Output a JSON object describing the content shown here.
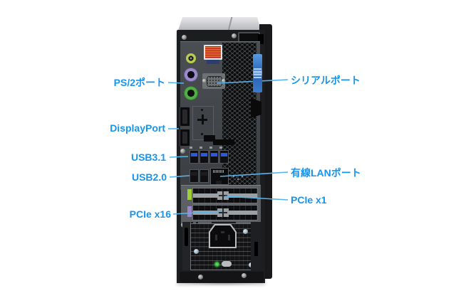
{
  "figure": {
    "subject": "desktop-pc-rear-panel",
    "annotations": {
      "ps2": "PS/2ポート",
      "serial": "シリアルポート",
      "displayport": "DisplayPort",
      "usb31": "USB3.1",
      "usb20": "USB2.0",
      "lan": "有線LANポート",
      "pcie_x1": "PCIe x1",
      "pcie_x16": "PCIe x16"
    },
    "colors": {
      "label_text": "#1795ee",
      "leader_line": "#55b4ee",
      "usb3_tongue": "#2d59d8",
      "ps2_purple": "#9b8cc9",
      "ps2_green": "#4fae45",
      "latch_blue": "#2f6fc2",
      "background": "#ffffff"
    }
  }
}
